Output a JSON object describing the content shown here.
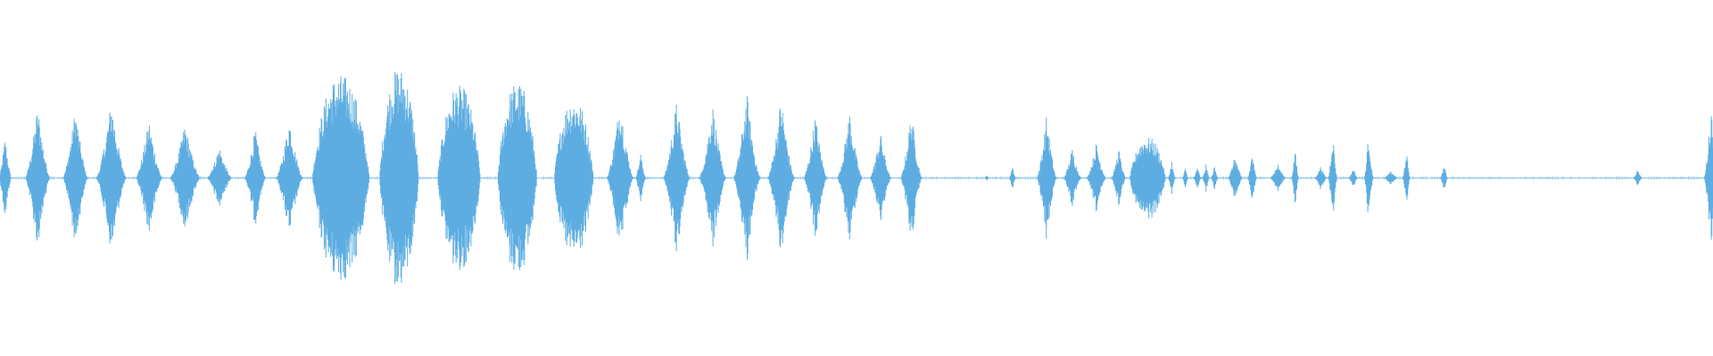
{
  "waveform": {
    "color": "#5dade2",
    "baseline_color": "#7fbfe8",
    "bursts": [
      {
        "time": 0.3,
        "width": 14,
        "amp": 0.24,
        "shape": "spindle"
      },
      {
        "time": 2.2,
        "width": 28,
        "amp": 0.41,
        "shape": "spindle"
      },
      {
        "time": 4.4,
        "width": 28,
        "amp": 0.4,
        "shape": "spindle"
      },
      {
        "time": 6.5,
        "width": 34,
        "amp": 0.44,
        "shape": "spindle"
      },
      {
        "time": 8.7,
        "width": 30,
        "amp": 0.33,
        "shape": "spindle"
      },
      {
        "time": 10.8,
        "width": 34,
        "amp": 0.31,
        "shape": "spindle"
      },
      {
        "time": 12.8,
        "width": 28,
        "amp": 0.18,
        "shape": "spindle"
      },
      {
        "time": 14.9,
        "width": 24,
        "amp": 0.28,
        "shape": "spindle"
      },
      {
        "time": 16.9,
        "width": 30,
        "amp": 0.34,
        "shape": "spindle"
      },
      {
        "time": 19.9,
        "width": 64,
        "amp": 0.58,
        "shape": "wide"
      },
      {
        "time": 23.3,
        "width": 44,
        "amp": 0.62,
        "shape": "wide"
      },
      {
        "time": 26.8,
        "width": 48,
        "amp": 0.52,
        "shape": "wide"
      },
      {
        "time": 30.2,
        "width": 44,
        "amp": 0.54,
        "shape": "wide"
      },
      {
        "time": 33.5,
        "width": 44,
        "amp": 0.45,
        "shape": "wide"
      },
      {
        "time": 36.2,
        "width": 30,
        "amp": 0.45,
        "shape": "spindle"
      },
      {
        "time": 37.4,
        "width": 12,
        "amp": 0.14,
        "shape": "spindle"
      },
      {
        "time": 39.5,
        "width": 30,
        "amp": 0.44,
        "shape": "spindle"
      },
      {
        "time": 41.6,
        "width": 30,
        "amp": 0.42,
        "shape": "spindle"
      },
      {
        "time": 43.6,
        "width": 30,
        "amp": 0.48,
        "shape": "spindle"
      },
      {
        "time": 45.6,
        "width": 30,
        "amp": 0.46,
        "shape": "spindle"
      },
      {
        "time": 47.6,
        "width": 26,
        "amp": 0.36,
        "shape": "spindle"
      },
      {
        "time": 49.6,
        "width": 28,
        "amp": 0.38,
        "shape": "spindle"
      },
      {
        "time": 51.4,
        "width": 24,
        "amp": 0.26,
        "shape": "spindle"
      },
      {
        "time": 53.2,
        "width": 24,
        "amp": 0.38,
        "shape": "spindle"
      },
      {
        "time": 57.6,
        "width": 4,
        "amp": 0.02,
        "shape": "spindle"
      },
      {
        "time": 59.1,
        "width": 8,
        "amp": 0.07,
        "shape": "spindle"
      },
      {
        "time": 61.1,
        "width": 22,
        "amp": 0.36,
        "shape": "spindle"
      },
      {
        "time": 62.6,
        "width": 20,
        "amp": 0.17,
        "shape": "spindle"
      },
      {
        "time": 64.0,
        "width": 22,
        "amp": 0.2,
        "shape": "spindle"
      },
      {
        "time": 65.3,
        "width": 16,
        "amp": 0.17,
        "shape": "spindle"
      },
      {
        "time": 67.0,
        "width": 40,
        "amp": 0.23,
        "shape": "wide"
      },
      {
        "time": 68.4,
        "width": 8,
        "amp": 0.1,
        "shape": "spindle"
      },
      {
        "time": 69.2,
        "width": 6,
        "amp": 0.07,
        "shape": "spindle"
      },
      {
        "time": 69.9,
        "width": 8,
        "amp": 0.07,
        "shape": "spindle"
      },
      {
        "time": 70.4,
        "width": 8,
        "amp": 0.08,
        "shape": "spindle"
      },
      {
        "time": 70.9,
        "width": 8,
        "amp": 0.07,
        "shape": "spindle"
      },
      {
        "time": 72.1,
        "width": 16,
        "amp": 0.13,
        "shape": "spindle"
      },
      {
        "time": 73.1,
        "width": 10,
        "amp": 0.15,
        "shape": "spindle"
      },
      {
        "time": 74.6,
        "width": 18,
        "amp": 0.08,
        "shape": "spindle"
      },
      {
        "time": 75.6,
        "width": 8,
        "amp": 0.17,
        "shape": "spindle"
      },
      {
        "time": 77.1,
        "width": 14,
        "amp": 0.07,
        "shape": "spindle"
      },
      {
        "time": 77.8,
        "width": 10,
        "amp": 0.27,
        "shape": "spindle"
      },
      {
        "time": 79.0,
        "width": 10,
        "amp": 0.06,
        "shape": "spindle"
      },
      {
        "time": 79.9,
        "width": 10,
        "amp": 0.27,
        "shape": "spindle"
      },
      {
        "time": 81.2,
        "width": 16,
        "amp": 0.04,
        "shape": "spindle"
      },
      {
        "time": 82.1,
        "width": 8,
        "amp": 0.17,
        "shape": "spindle"
      },
      {
        "time": 84.3,
        "width": 8,
        "amp": 0.08,
        "shape": "spindle"
      },
      {
        "time": 95.6,
        "width": 10,
        "amp": 0.05,
        "shape": "spindle"
      },
      {
        "time": 99.9,
        "width": 16,
        "amp": 0.42,
        "shape": "spindle"
      }
    ],
    "duration": 100,
    "baseline_amp": 0.008
  }
}
